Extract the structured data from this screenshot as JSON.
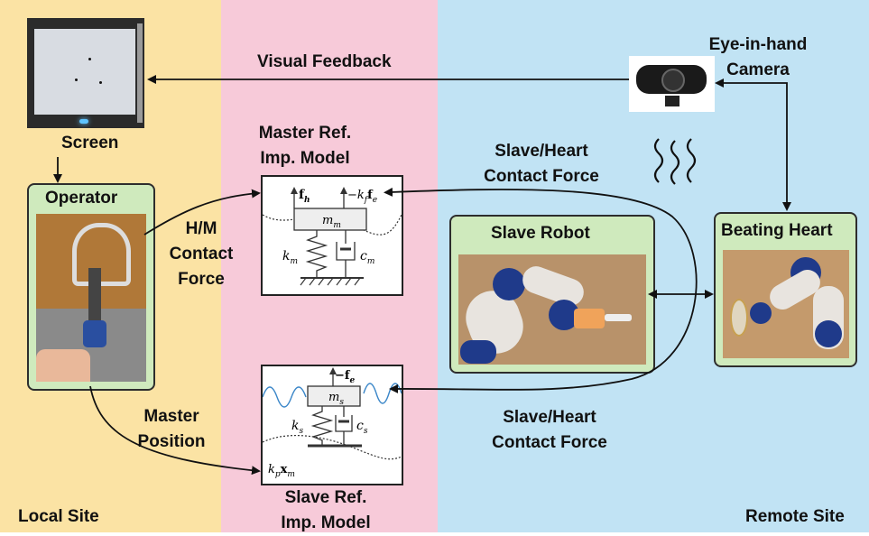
{
  "zones": {
    "local_site": "Local Site",
    "remote_site": "Remote Site"
  },
  "labels": {
    "screen": "Screen",
    "operator": "Operator",
    "visual_feedback": "Visual Feedback",
    "camera_line1": "Eye-in-hand",
    "camera_line2": "Camera",
    "master_ref_line1": "Master Ref.",
    "master_ref_line2": "Imp. Model",
    "slave_ref_line1": "Slave Ref.",
    "slave_ref_line2": "Imp. Model",
    "hm_line1": "H/M",
    "hm_line2": "Contact",
    "hm_line3": "Force",
    "sh_top_line1": "Slave/Heart",
    "sh_top_line2": "Contact Force",
    "sh_bot_line1": "Slave/Heart",
    "sh_bot_line2": "Contact Force",
    "master_pos_line1": "Master",
    "master_pos_line2": "Position",
    "slave_robot": "Slave Robot",
    "beating_heart": "Beating Heart"
  },
  "master_model": {
    "fh": "f",
    "fh_sub": "h",
    "minus_kf": "−k",
    "kf_sub": "f",
    "fe": "f",
    "fe_sub": "e",
    "mass": "m",
    "mass_sub": "m",
    "spring": "k",
    "spring_sub": "m",
    "damper": "c",
    "damper_sub": "m"
  },
  "slave_model": {
    "minus_fe": "−f",
    "fe_sub": "e",
    "mass": "m",
    "mass_sub": "s",
    "spring": "k",
    "spring_sub": "s",
    "damper": "c",
    "damper_sub": "s",
    "kp": "k",
    "kp_sub": "p",
    "xm": "x",
    "xm_sub": "m"
  },
  "colors": {
    "local_bg": "#fbe3a4",
    "middle_bg": "#f7cad9",
    "remote_bg": "#c1e3f4",
    "box_green": "#cfeabd",
    "wave_blue": "#3a86c8"
  },
  "icons": {
    "camera": "webcam-icon",
    "heat_waves": "heartbeat-waves-icon"
  }
}
